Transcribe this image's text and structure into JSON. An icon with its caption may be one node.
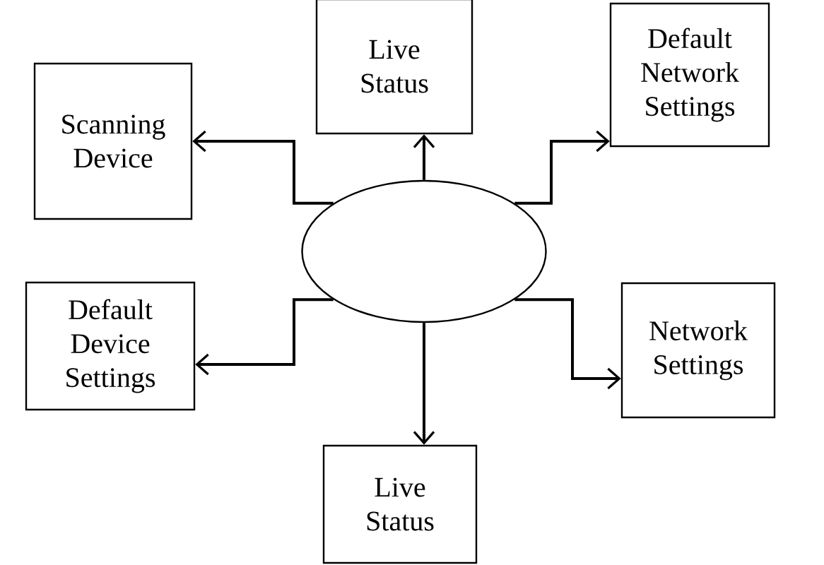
{
  "diagram": {
    "nodes": [
      {
        "text": [
          "Scanning Device"
        ]
      },
      {
        "text": [
          "Live Status"
        ]
      },
      {
        "text": [
          "Default Network Settings"
        ]
      },
      {
        "text": [],
        "shape": "circle"
      },
      {
        "text": [
          "Default Device Settings"
        ]
      },
      {
        "text": [
          "Network Settings"
        ]
      },
      {
        "text": [
          "Live Status"
        ]
      }
    ],
    "edges": [
      {
        "from": 3,
        "to": 0,
        "arrow": "to"
      },
      {
        "from": 3,
        "to": 1,
        "arrow": "to"
      },
      {
        "from": 3,
        "to": 2,
        "arrow": "to"
      },
      {
        "from": 3,
        "to": 4,
        "arrow": "to"
      },
      {
        "from": 3,
        "to": 5,
        "arrow": "to"
      },
      {
        "from": 3,
        "to": 6,
        "arrow": "to"
      }
    ]
  }
}
